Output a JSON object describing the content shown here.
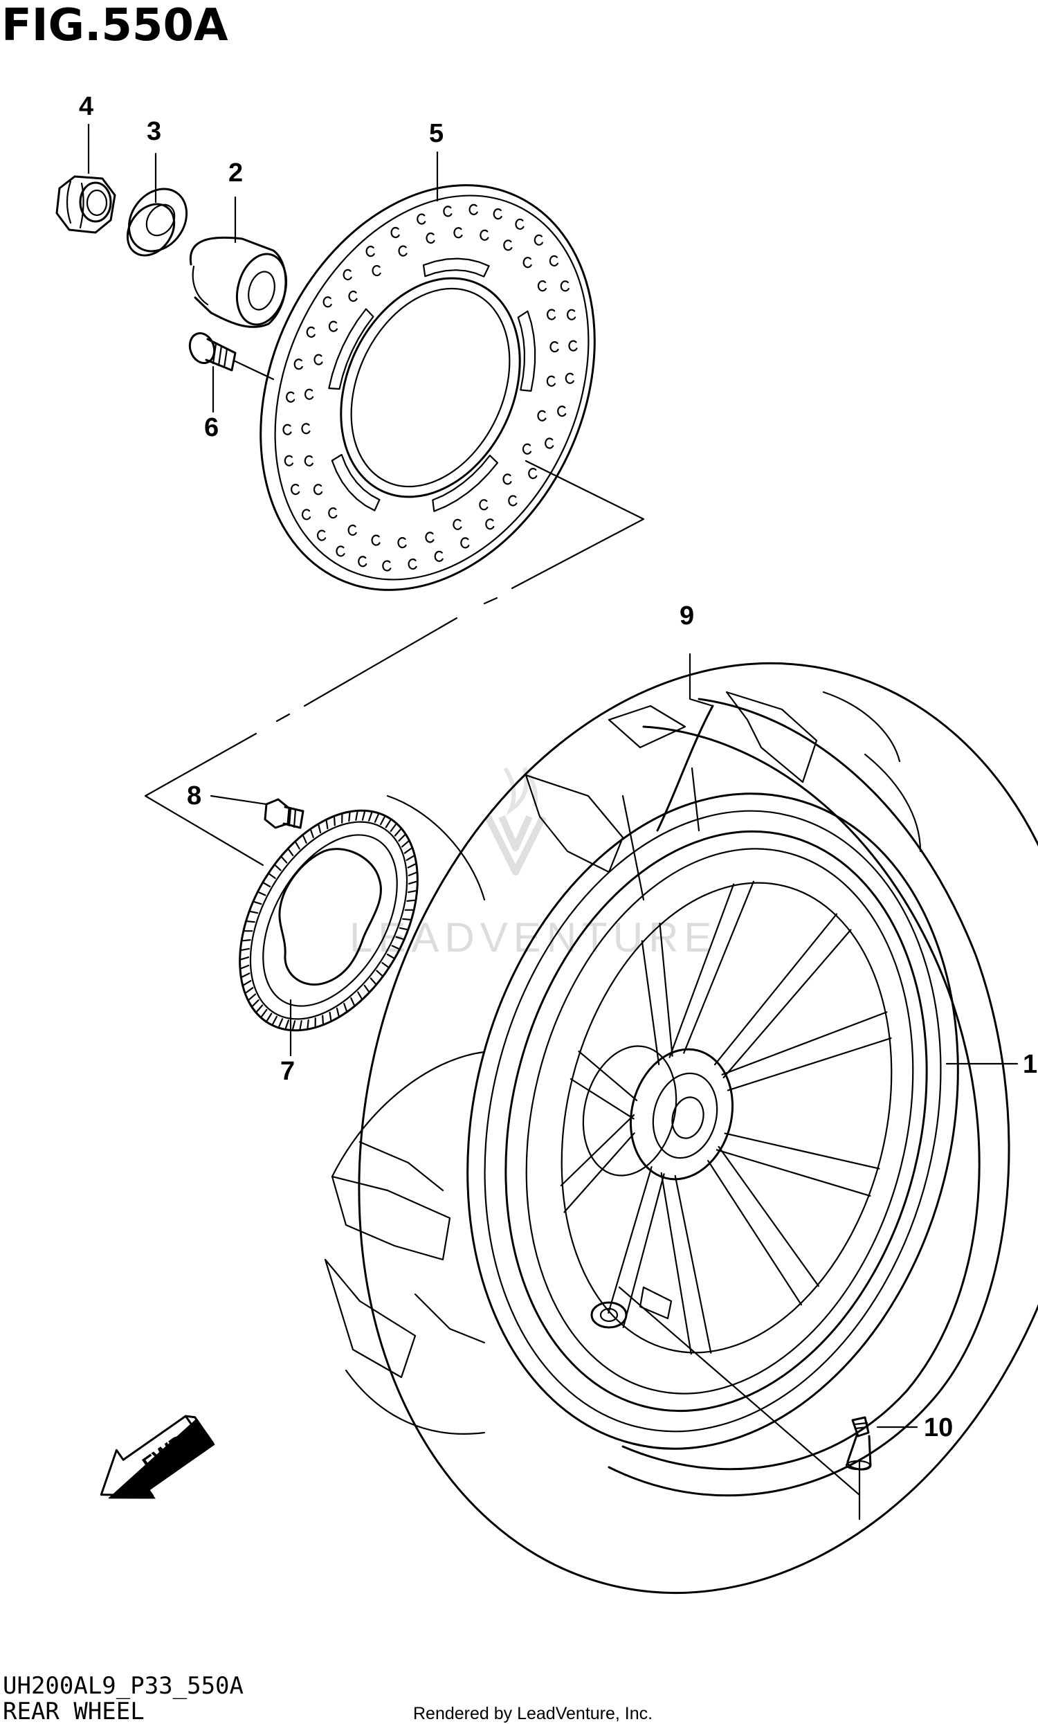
{
  "figure": {
    "title": "FIG.550A",
    "code": "UH200AL9_P33_550A",
    "name": "REAR WHEEL",
    "rendered_by": "Rendered by LeadVenture, Inc.",
    "watermark": "LEADVENTURE"
  },
  "callouts": [
    {
      "id": "1",
      "label": "1",
      "part": "wheel-rim"
    },
    {
      "id": "2",
      "label": "2",
      "part": "spacer"
    },
    {
      "id": "3",
      "label": "3",
      "part": "washer"
    },
    {
      "id": "4",
      "label": "4",
      "part": "axle-nut"
    },
    {
      "id": "5",
      "label": "5",
      "part": "brake-disc"
    },
    {
      "id": "6",
      "label": "6",
      "part": "disc-bolt"
    },
    {
      "id": "7",
      "label": "7",
      "part": "abs-sensor-ring"
    },
    {
      "id": "8",
      "label": "8",
      "part": "sensor-ring-bolt"
    },
    {
      "id": "9",
      "label": "9",
      "part": "tire"
    },
    {
      "id": "10",
      "label": "10",
      "part": "valve"
    }
  ],
  "fwd_arrow": {
    "label": "FWD",
    "icon": "fwd-arrow-icon"
  }
}
